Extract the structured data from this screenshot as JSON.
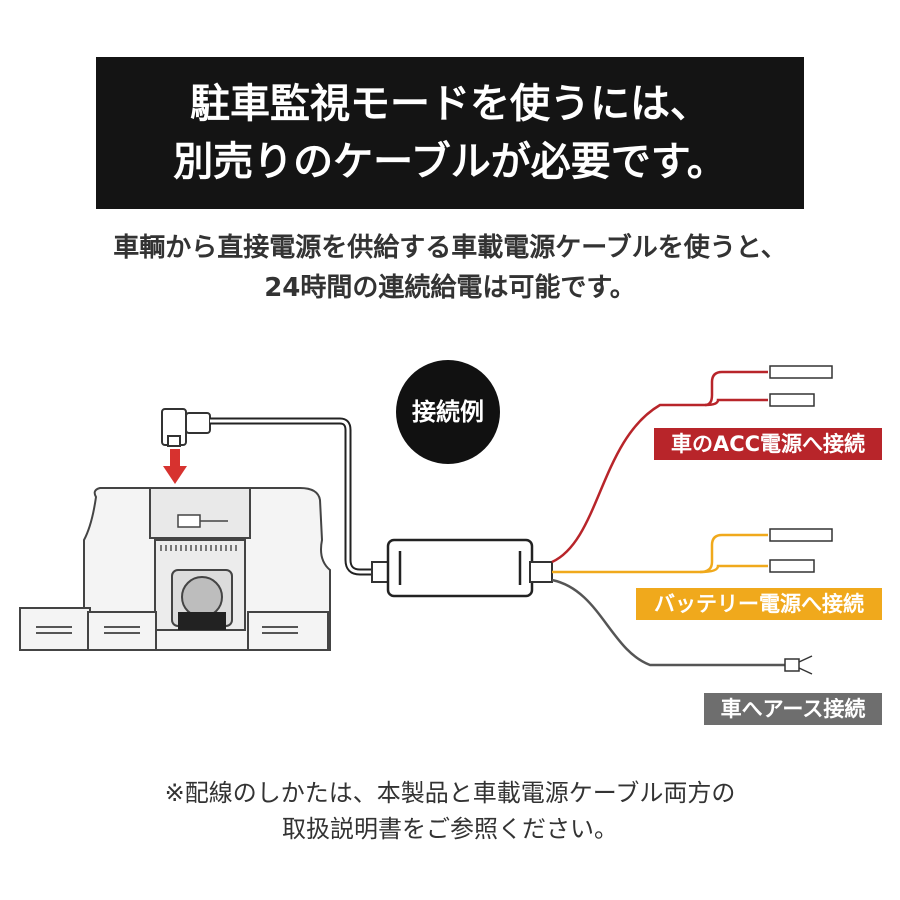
{
  "title": {
    "line1": "駐車監視モードを使うには、",
    "line2": "別売りのケーブルが必要です。"
  },
  "subtitle": {
    "line1": "車輌から直接電源を供給する車載電源ケーブルを使うと、",
    "line2": "24時間の連続給電は可能です。"
  },
  "diagram": {
    "badge": "接続例",
    "labels": {
      "acc": "車のACC電源へ接続",
      "battery": "バッテリー電源へ接続",
      "ground": "車へアース接続"
    },
    "colors": {
      "acc": "#b8252a",
      "battery": "#f0a91c",
      "ground": "#6e6e6e",
      "arrow": "#d7322f",
      "badge": "#111111"
    }
  },
  "footnote": {
    "line1": "※配線のしかたは、本製品と車載電源ケーブル両方の",
    "line2": "取扱説明書をご参照ください。"
  }
}
